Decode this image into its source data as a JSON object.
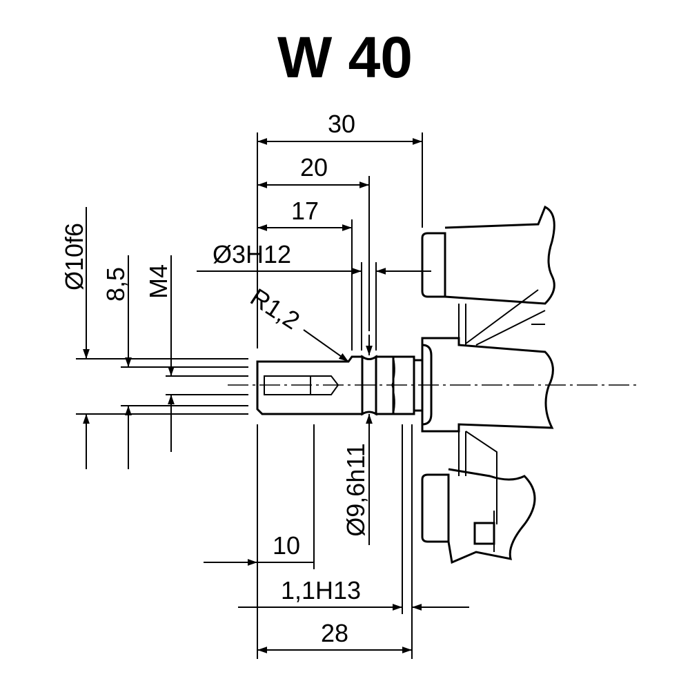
{
  "title": "W 40",
  "dimensions": {
    "d30": "30",
    "d20": "20",
    "d17": "17",
    "bore": "Ø3H12",
    "radius": "R1,2",
    "shaft_dia": "Ø10f6",
    "d8_5": "8,5",
    "thread": "M4",
    "groove_dia": "Ø9,6h11",
    "d10": "10",
    "groove_width": "1,1H13",
    "d28": "28"
  }
}
